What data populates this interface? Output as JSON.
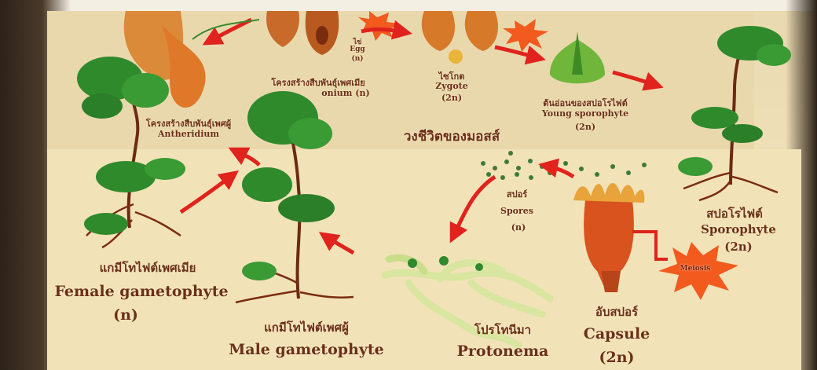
{
  "labels": {
    "female_th": "แกมีโทไฟต์เพศเมีย",
    "female_en": "Female gametophyte",
    "female_ploidy": "(n)",
    "male_th": "แกมีโทไฟต์เพศผู้",
    "male_en": "Male gametophyte",
    "protonema_th": "โปรโทนีมา",
    "protonema_en": "Protonema",
    "spores_th": "สปอร์",
    "spores_en": "Spores",
    "spores_ploidy": "(n)",
    "capsule_th": "อับสปอร์",
    "capsule_en": "Capsule",
    "capsule_ploidy": "(2n)",
    "meiosis": "Meiosis",
    "sporophyte_th": "สปอโรไฟต์",
    "sporophyte_en": "Sporophyte",
    "sporophyte_ploidy": "(2n)",
    "young_sporophyte_th": "ต้นอ่อนของสปอโรไฟต์",
    "young_sporophyte_en": "Young sporophyte",
    "young_sporophyte_ploidy": "(2n)",
    "zygote_th": "ไซโกต",
    "zygote_en": "Zygote",
    "zygote_ploidy": "(2n)",
    "archegonium_th": "โครงสร้างสืบพันธุ์เพศเมีย",
    "archegonium_en": "onium (n)",
    "antheridium_th": "โครงสร้างสืบพันธุ์เพศผู้",
    "antheridium_en": "Antheridium",
    "egg_th": "ไข่",
    "egg_en": "Egg",
    "egg_ploidy": "(n)",
    "title_th": "วงชีวิตของมอสส์"
  },
  "colors": {
    "arrow": "#e0231c",
    "leaf": "#2f8a2c",
    "root": "#6b2a14",
    "capsule": "#d9531f",
    "starburst": "#f25a1e"
  }
}
